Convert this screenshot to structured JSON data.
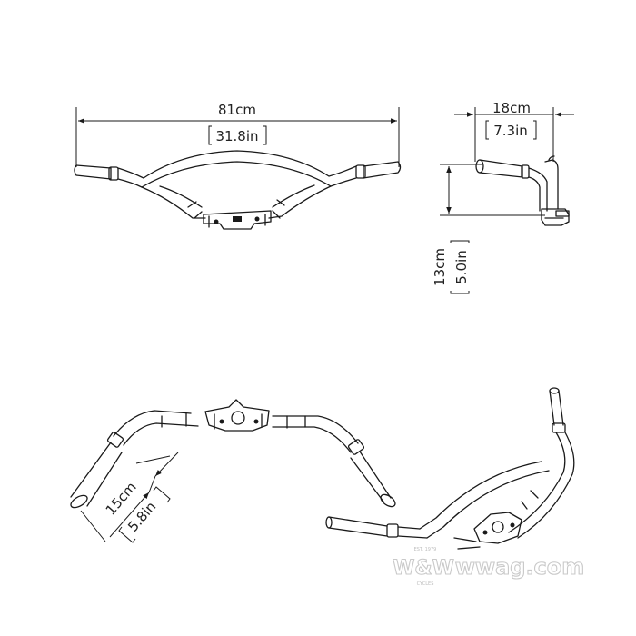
{
  "dimensions": {
    "width": {
      "metric": "81cm",
      "imperial": "31.8in"
    },
    "depth": {
      "metric": "18cm",
      "imperial": "7.3in"
    },
    "rise": {
      "metric": "13cm",
      "imperial": "5.0in"
    },
    "grip": {
      "metric": "15cm",
      "imperial": "5.8in"
    }
  },
  "watermark": {
    "brand": "W&W",
    "site": "wwag.com",
    "est": "EST. 1979",
    "origin": "CYCLES"
  },
  "colors": {
    "line": "#1a1a1a",
    "watermark": "#c9c9c9",
    "background": "#ffffff"
  }
}
